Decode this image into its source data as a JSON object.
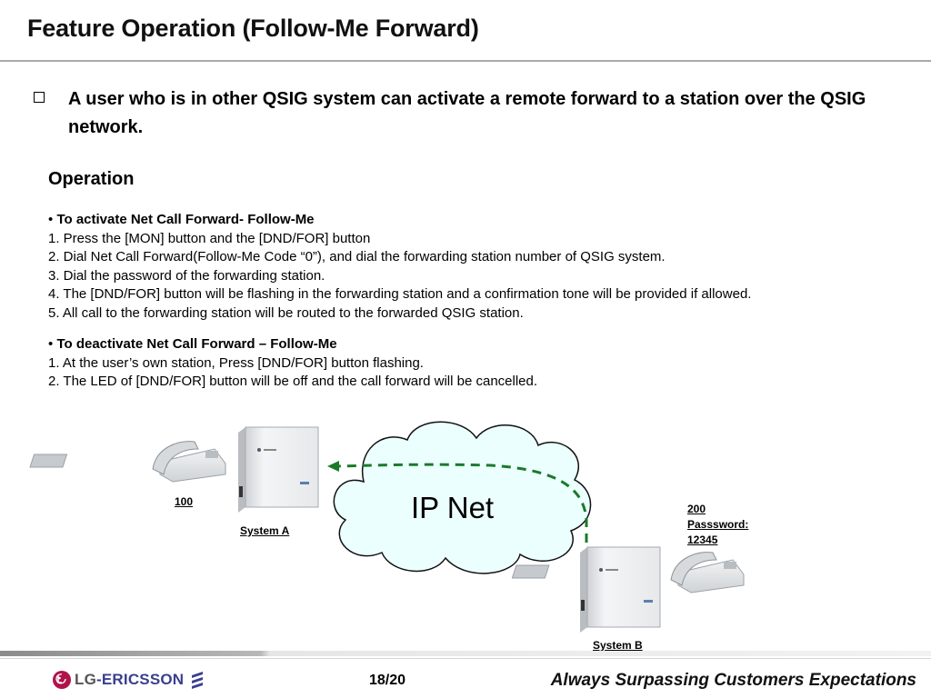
{
  "slide": {
    "title": "Feature Operation (Follow-Me Forward)",
    "main_point": "A user who is in other QSIG system can activate a remote forward to a station over the QSIG network.",
    "operation_heading": "Operation",
    "activate": {
      "bullet": "•",
      "heading": "To activate Net Call Forward- Follow-Me",
      "steps": [
        "1. Press the [MON] button and the [DND/FOR] button",
        "2. Dial Net Call Forward(Follow-Me Code “0”), and dial the forwarding station number of QSIG system.",
        "3. Dial the password of the forwarding station.",
        "4. The [DND/FOR] button will be flashing in the forwarding station and a confirmation tone will be provided if allowed.",
        "5. All call to the forwarding station will be routed to the forwarded QSIG station."
      ]
    },
    "deactivate": {
      "bullet": "•",
      "heading": "To deactivate Net Call Forward – Follow-Me",
      "steps": [
        "1. At the user’s own station, Press [DND/FOR] button flashing.",
        "2. The LED of [DND/FOR] button will be off and the call forward will be cancelled."
      ]
    }
  },
  "diagram": {
    "cloud_label": "IP Net",
    "station_a_number": "100",
    "system_a_label": "System A",
    "station_b_lines": [
      "200",
      "Passsword:",
      "12345"
    ],
    "system_b_label": "System B",
    "cloud_fill": "#ecffff",
    "arrow_color": "#1a7a2a"
  },
  "footer": {
    "logo_prefix": "LG",
    "logo_dash": "-",
    "logo_brand": "ERICSSON",
    "page": "18/20",
    "tagline": "Always Surpassing Customers Expectations"
  }
}
